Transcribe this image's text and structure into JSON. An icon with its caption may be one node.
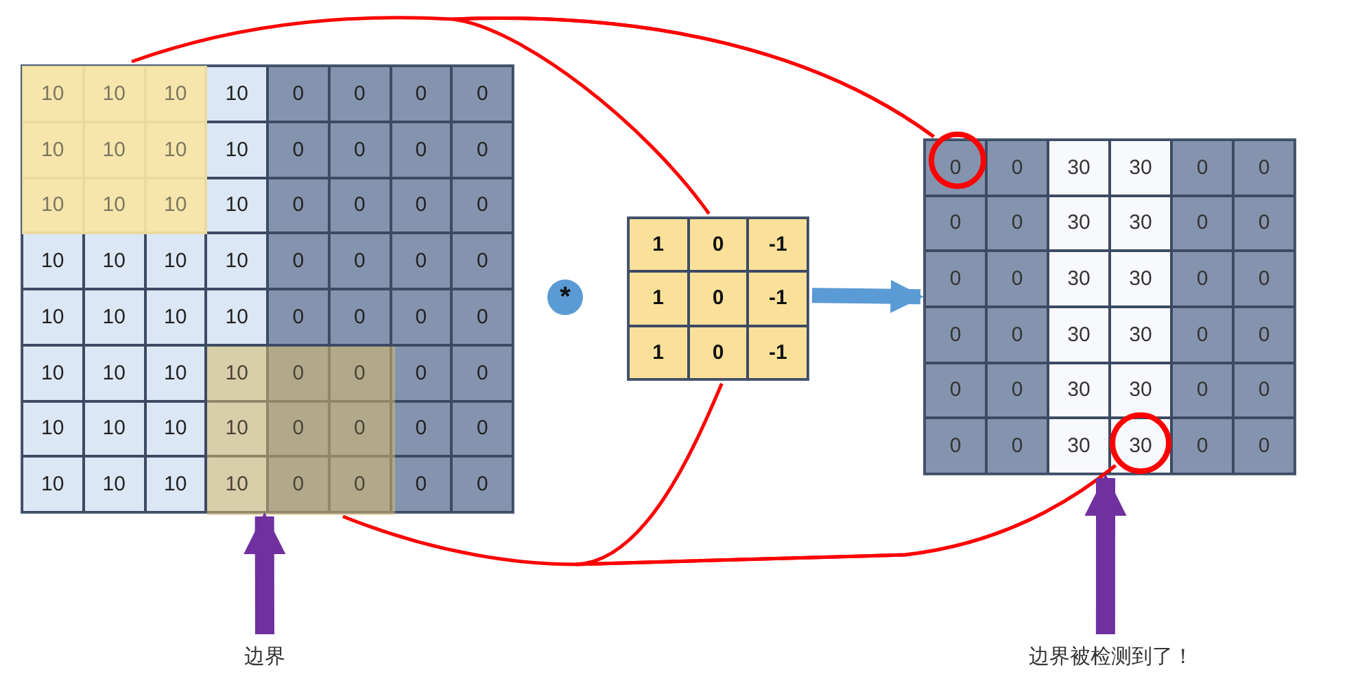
{
  "diagram": {
    "nodes": [
      {
        "text": [],
        "shape": "box"
      },
      {
        "text": [],
        "shape": "box",
        "in": 0
      },
      {
        "text": [],
        "shape": "box",
        "in": 0
      },
      {
        "text": [],
        "shape": "box"
      },
      {
        "text": [],
        "shape": "box"
      },
      {
        "text": [],
        "shape": "circle",
        "in": 4
      },
      {
        "text": [],
        "shape": "circle",
        "in": 4
      },
      {
        "text": [
          "边界"
        ]
      },
      {
        "text": [
          "边界被检测到了！"
        ]
      }
    ],
    "edges": [
      {
        "from": 1,
        "to": 5,
        "arrow": "none"
      },
      {
        "from": 3,
        "to": 5,
        "arrow": "none"
      },
      {
        "from": 2,
        "to": 6,
        "arrow": "none"
      },
      {
        "from": 3,
        "to": 6,
        "arrow": "none"
      },
      {
        "from": 3,
        "to": 4,
        "arrow": "to",
        "style": "thick",
        "color": "#5b9bd5"
      },
      {
        "from": 7,
        "to": 0,
        "arrow": "to",
        "style": "thick",
        "color": "#7030a0"
      },
      {
        "from": 8,
        "to": 4,
        "arrow": "to",
        "style": "thick",
        "color": "#7030a0"
      }
    ],
    "labels": [
      "10",
      "10",
      "10",
      "10",
      "0",
      "0",
      "0",
      "0",
      "10",
      "10",
      "10",
      "10",
      "0",
      "0",
      "0",
      "0",
      "10",
      "10",
      "10",
      "10",
      "0",
      "0",
      "0",
      "0",
      "10",
      "10",
      "10",
      "10",
      "0",
      "0",
      "0",
      "0",
      "10",
      "10",
      "10",
      "10",
      "0",
      "0",
      "0",
      "0",
      "10",
      "10",
      "10",
      "10",
      "0",
      "0",
      "0",
      "0",
      "10",
      "10",
      "10",
      "10",
      "0",
      "0",
      "0",
      "0",
      "10",
      "10",
      "10",
      "10",
      "0",
      "0",
      "0",
      "0",
      "1",
      "0",
      "-1",
      "1",
      "0",
      "-1",
      "1",
      "0",
      "-1",
      "0",
      "0",
      "30",
      "30",
      "0",
      "0",
      "0",
      "0",
      "30",
      "30",
      "0",
      "0",
      "0",
      "0",
      "30",
      "30",
      "0",
      "0",
      "0",
      "0",
      "30",
      "30",
      "0",
      "0",
      "0",
      "0",
      "30",
      "30",
      "0",
      "0",
      "0",
      "0",
      "30",
      "30",
      "0",
      "0",
      "*"
    ]
  }
}
